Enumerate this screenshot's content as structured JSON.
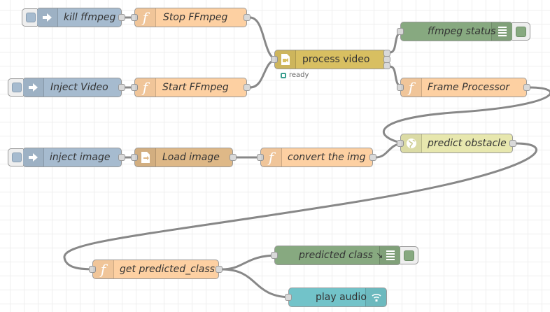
{
  "nodes": {
    "kill_ffmpeg": {
      "label": "kill ffmpeg",
      "icon": "arrow-in-icon"
    },
    "stop_ffmpeg": {
      "label": "Stop FFmpeg",
      "icon": "function-icon"
    },
    "process_video": {
      "label": "process video",
      "icon": "file-video-icon",
      "status": "ready"
    },
    "ffmpeg_status": {
      "label": "ffmpeg status",
      "icon": "list-icon"
    },
    "inject_video": {
      "label": "Inject Video",
      "icon": "arrow-in-icon"
    },
    "start_ffmpeg": {
      "label": "Start FFmpeg",
      "icon": "function-icon"
    },
    "frame_processor": {
      "label": "Frame Processor",
      "icon": "function-icon"
    },
    "predict_obstacle": {
      "label": "predict obstacle",
      "icon": "globe-icon"
    },
    "inject_image": {
      "label": "inject image",
      "icon": "arrow-in-icon"
    },
    "load_image": {
      "label": "Load image",
      "icon": "file-out-icon"
    },
    "convert_img": {
      "label": "convert the img",
      "icon": "function-icon"
    },
    "get_predicted_class": {
      "label": "get predicted_class",
      "icon": "function-icon"
    },
    "predicted_class": {
      "label": "predicted class",
      "icon": "list-icon"
    },
    "play_audio": {
      "label": "play audio",
      "icon": "audio-icon"
    }
  },
  "colors": {
    "inject": "#a6bbcf",
    "function": "#fdd0a2",
    "exec": "#d8bf61",
    "debug": "#87a980",
    "file": "#deb887",
    "ml": "#e7e7ae",
    "audio": "#72c3c9",
    "wire": "#888888"
  }
}
